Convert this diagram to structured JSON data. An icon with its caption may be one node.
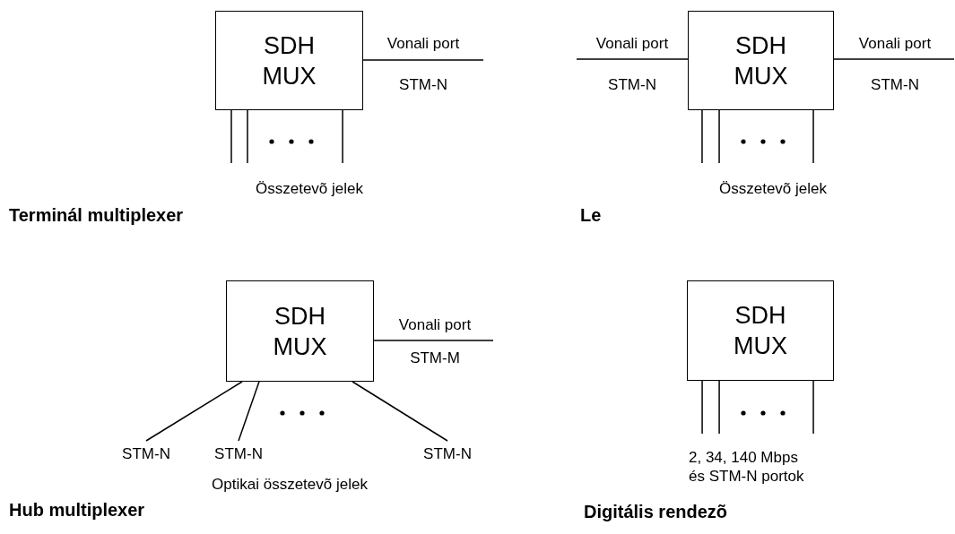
{
  "diagram": {
    "nodes": [
      {
        "text": [
          "SDH MUX"
        ]
      },
      {
        "text": [
          "SDH MUX"
        ]
      },
      {
        "text": [
          "SDH MUX"
        ]
      },
      {
        "text": [
          "STM-N"
        ]
      },
      {
        "text": [
          "STM-N"
        ]
      },
      {
        "text": [
          "STM-N"
        ]
      },
      {
        "text": [
          "SDH MUX"
        ]
      }
    ],
    "edges": [
      {
        "from": 0,
        "to": null,
        "arrow": "none"
      },
      {
        "from": 0,
        "to": null,
        "arrow": "none"
      },
      {
        "from": 0,
        "to": null,
        "arrow": "none"
      },
      {
        "from": 0,
        "to": null,
        "arrow": "none"
      },
      {
        "from": 1,
        "to": null,
        "arrow": "none"
      },
      {
        "from": 1,
        "to": null,
        "arrow": "none"
      },
      {
        "from": 1,
        "to": null,
        "arrow": "none"
      },
      {
        "from": 1,
        "to": null,
        "arrow": "none"
      },
      {
        "from": 1,
        "to": null,
        "arrow": "none"
      },
      {
        "from": 2,
        "to": null,
        "arrow": "none"
      },
      {
        "from": 2,
        "to": 3,
        "arrow": "none"
      },
      {
        "from": 2,
        "to": 4,
        "arrow": "none"
      },
      {
        "from": 2,
        "to": 5,
        "arrow": "none"
      },
      {
        "from": 6,
        "to": null,
        "arrow": "none"
      },
      {
        "from": 6,
        "to": null,
        "arrow": "none"
      },
      {
        "from": 6,
        "to": null,
        "arrow": "none"
      }
    ],
    "labels": [
      "Vonali port",
      "STM-N",
      "Összetevõ jelek",
      "Terminál multiplexer",
      "Vonali port",
      "STM-N",
      "Vonali port",
      "STM-N",
      "Összetevõ jelek",
      "Le",
      "Vonali port",
      "STM-M",
      "Optikai összetevõ jelek",
      "Hub multiplexer",
      "2, 34, 140 Mbps és STM-N portok",
      "Digitális rendezõ"
    ]
  }
}
